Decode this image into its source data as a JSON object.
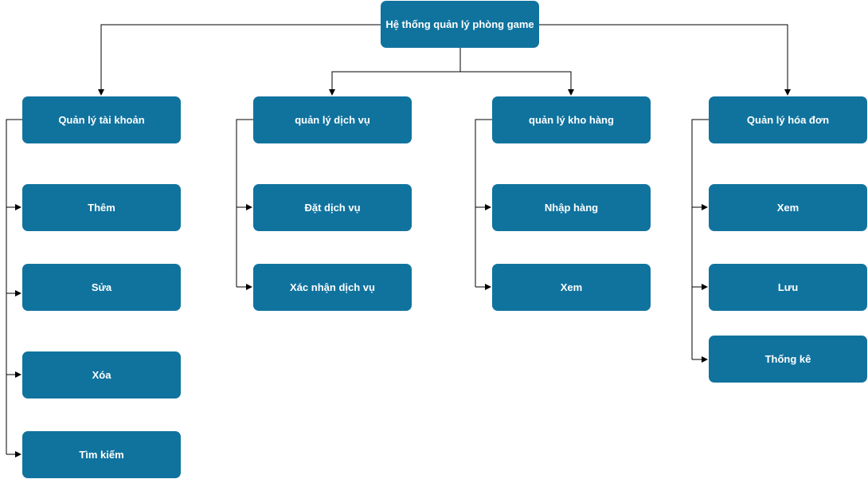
{
  "diagram": {
    "root": {
      "label": "Hệ thống quản lý phòng game"
    },
    "branches": [
      {
        "label": "Quản lý tài khoản",
        "children": [
          "Thêm",
          "Sửa",
          "Xóa",
          "Tìm kiếm"
        ]
      },
      {
        "label": "quản lý dịch vụ",
        "children": [
          "Đặt dịch vụ",
          "Xác nhận dịch vụ"
        ]
      },
      {
        "label": "quản lý kho hàng",
        "children": [
          "Nhập hàng",
          "Xem"
        ]
      },
      {
        "label": "Quản lý hóa đơn",
        "children": [
          "Xem",
          "Lưu",
          "Thống kê"
        ]
      }
    ],
    "colors": {
      "node_fill": "#10739e",
      "node_text": "#ffffff",
      "connector": "#000000"
    }
  }
}
